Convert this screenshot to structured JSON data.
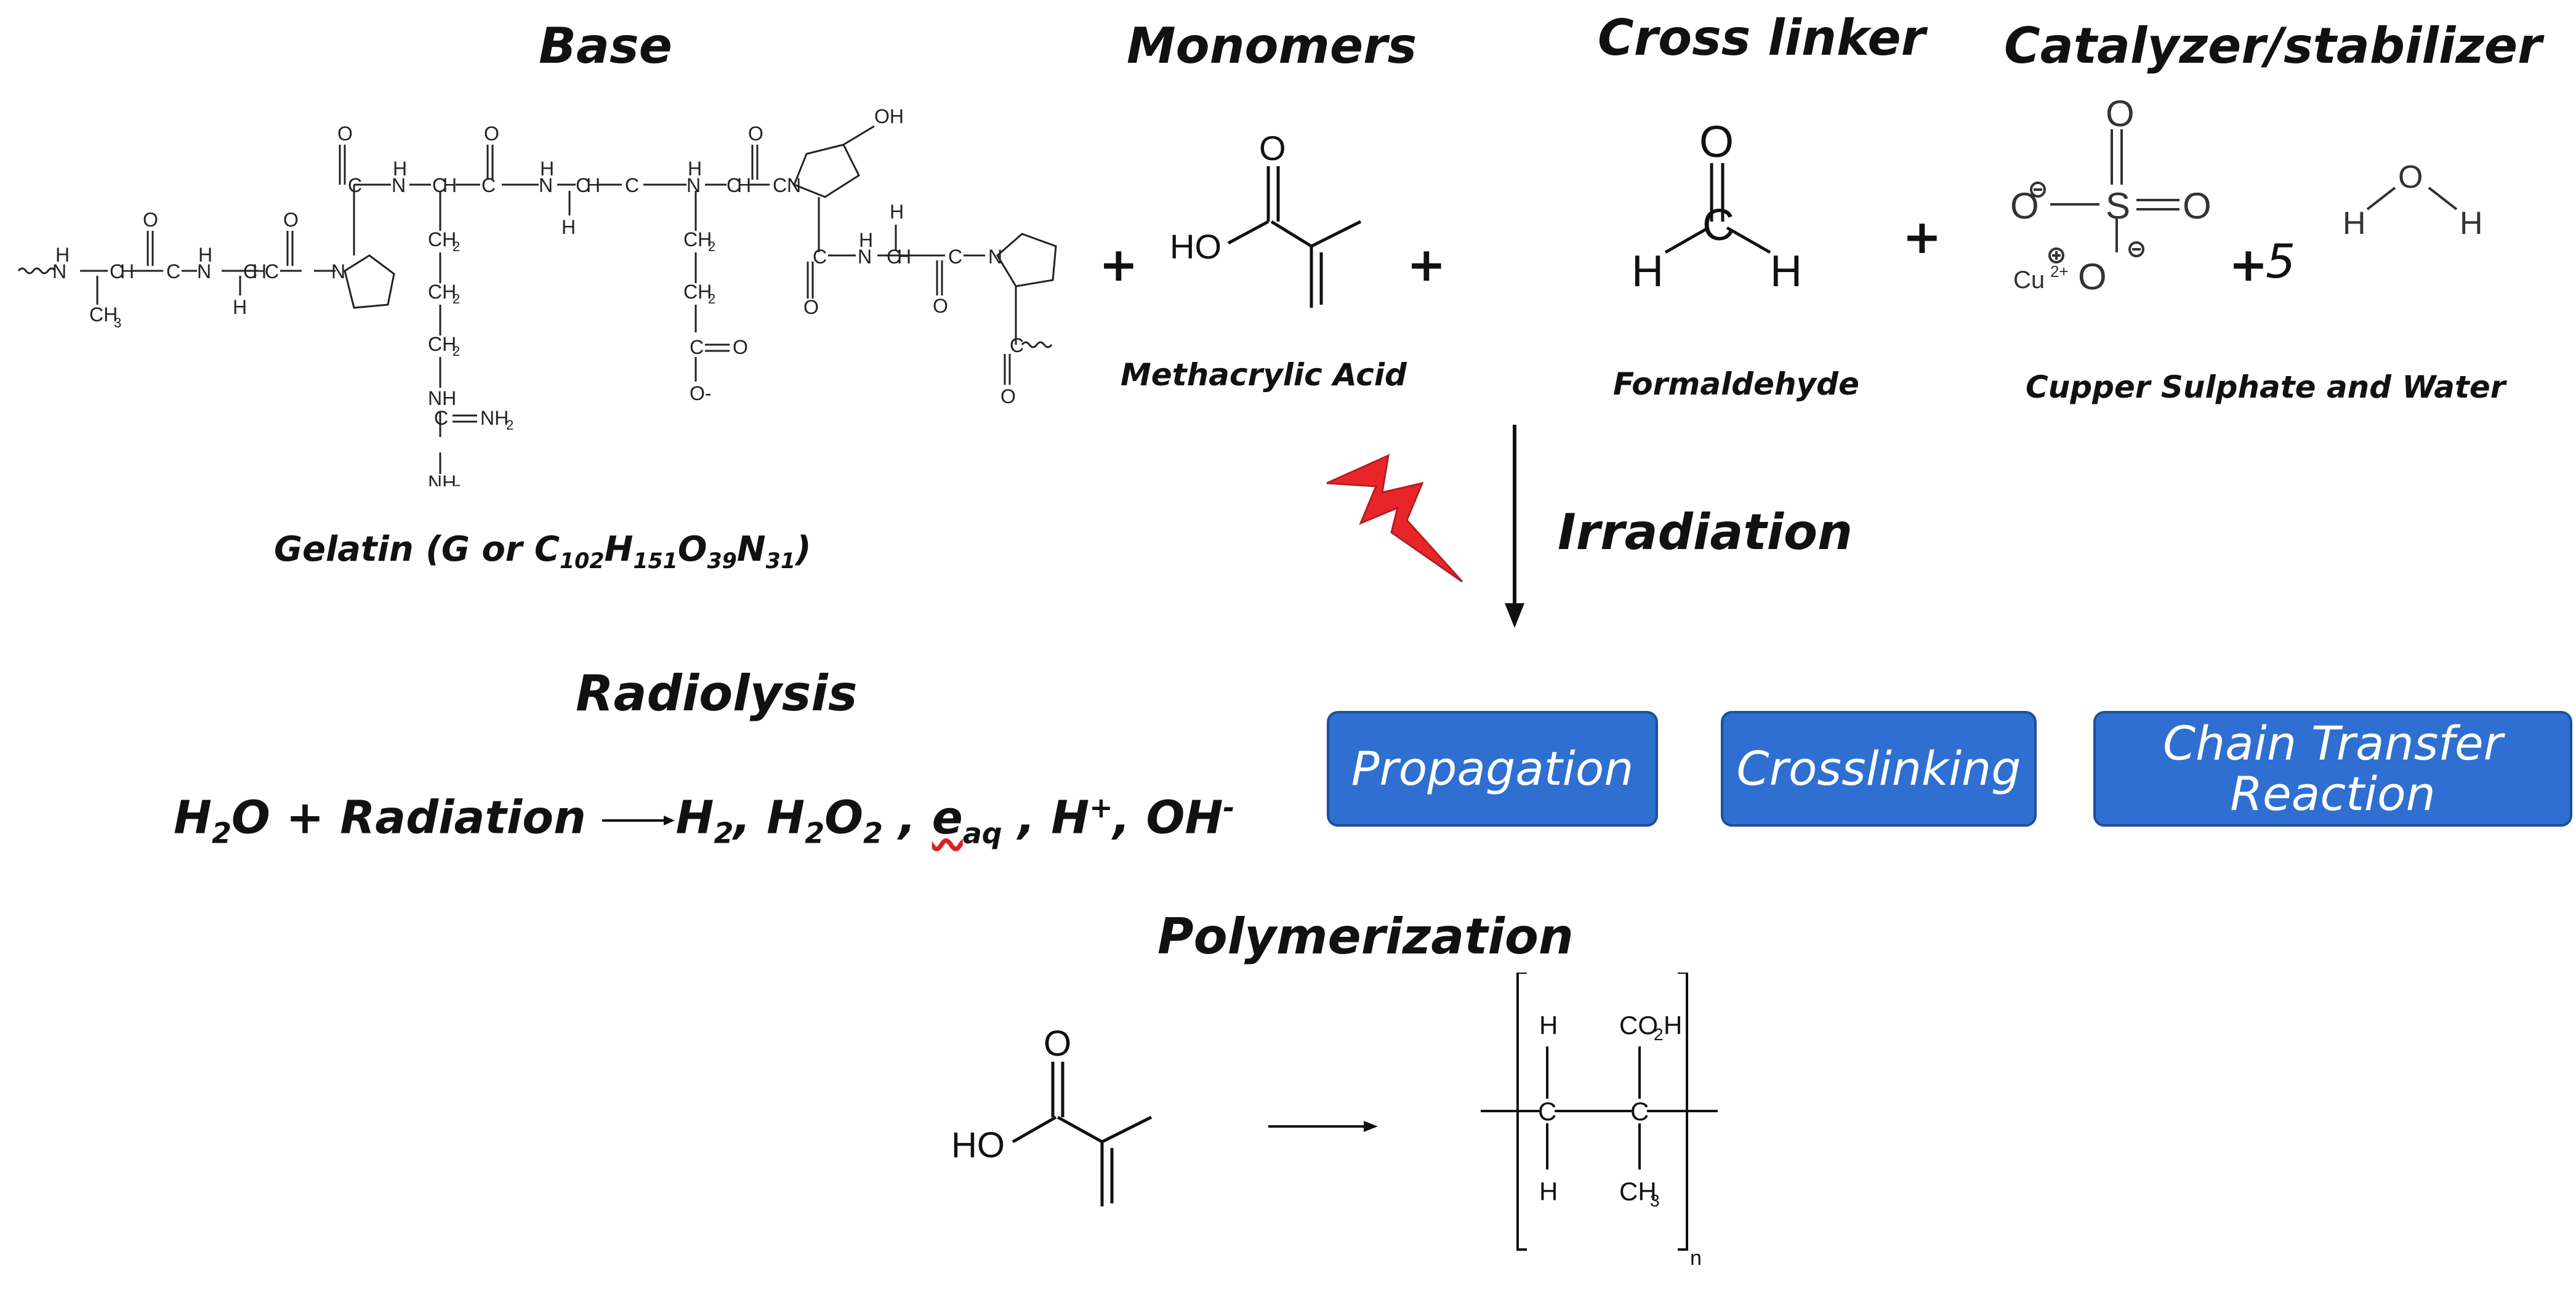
{
  "headers": {
    "base": "Base",
    "monomers": "Monomers",
    "cross_linker": "Cross linker",
    "catalyzer": "Catalyzer/stabilizer",
    "radiolysis": "Radiolysis",
    "polymerization": "Polymerization",
    "irradiation": "Irradiation"
  },
  "captions": {
    "gelatin_prefix": "Gelatin (G or C",
    "gelatin_c_sub": "102",
    "gelatin_h": "H",
    "gelatin_h_sub": "151",
    "gelatin_o": "O",
    "gelatin_o_sub": "39",
    "gelatin_n": "N",
    "gelatin_n_sub": "31",
    "gelatin_close": ")",
    "methacrylic": "Methacrylic  Acid",
    "formaldehyde": "Formaldehyde",
    "copper": "Cupper Sulphate and Water"
  },
  "operators": {
    "plus": "+",
    "five": "5"
  },
  "radiolysis_eq": {
    "h": "H",
    "sub2": "2",
    "o_rad": "O + Radiation",
    "h2_h": "H",
    "h2_sub": "2",
    "comma1": ",",
    "h2o2_h": "H",
    "h2o2_sub1": "2",
    "h2o2_o": "O",
    "h2o2_sub2": "2",
    "comma2": " ,",
    "e": "e",
    "aq": "aq",
    "comma3": " ,",
    "hplus": "H",
    "plus_sup": "+",
    "comma4": ",",
    "oh": "OH",
    "minus_sup": "-"
  },
  "process_boxes": [
    "Propagation",
    "Crosslinking",
    "Chain Transfer Reaction"
  ],
  "chem_labels": {
    "H": "H",
    "N": "N",
    "O": "O",
    "C": "C",
    "OH": "OH",
    "HO": "HO",
    "CH": "CH",
    "CH2": "CH",
    "CH3": "CH",
    "sub2": "2",
    "sub3": "3",
    "NH": "NH",
    "NH2": "NH",
    "CNH2": "C",
    "Ominus": "O-",
    "S": "S",
    "Cu": "Cu",
    "cu_charge": "2+",
    "CO2H": "CO",
    "co2h_tail": "H",
    "n": "n"
  },
  "colors": {
    "box_fill": "#2e6fd1",
    "box_border": "#1d4f9a",
    "bolt": "#e8262a"
  },
  "icons": [
    "lightning-bolt-icon",
    "down-arrow-icon",
    "right-arrow-icon"
  ]
}
